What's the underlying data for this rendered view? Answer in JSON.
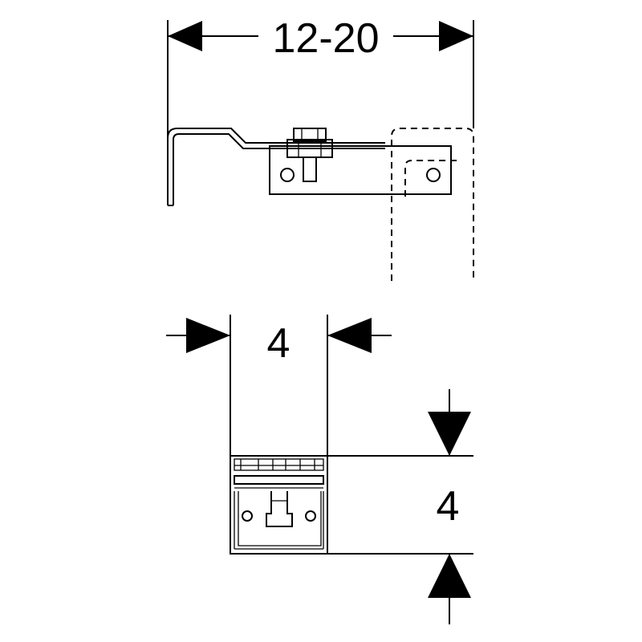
{
  "dimensions": {
    "top_width": "12-20",
    "bottom_width": "4",
    "bottom_height": "4"
  }
}
